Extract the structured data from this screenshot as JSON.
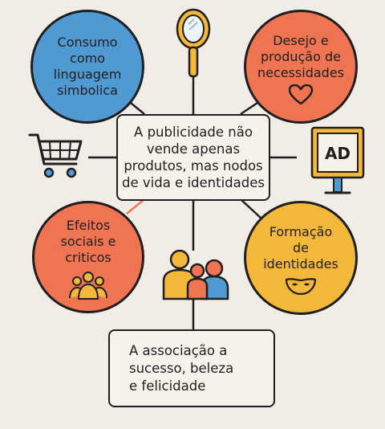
{
  "colors": {
    "blue": "#4f9ad3",
    "orange": "#ef7452",
    "yellow": "#f3b739",
    "background": "#f1ede6",
    "outline": "#1f1f1f"
  },
  "center": {
    "text": "A publicidade não\nvende apenas\nprodutos, mas nodos\nde vida e identidades"
  },
  "nodes": {
    "consumo": {
      "text": "Consumo\ncomo\nlinguagem\nsimbolica",
      "icon": "none"
    },
    "desejo": {
      "text": "Desejo e\nprodução de\nnecessidades",
      "icon": "heart-icon"
    },
    "efeitos": {
      "text": "Efeitos\nsociais e\ncriticos",
      "icon": "group-icon"
    },
    "formacao": {
      "text": "Formação\nde\nidentidades",
      "icon": "mask-icon"
    }
  },
  "bottom": {
    "text": "A associação a\nsucesso, beleza\ne felicidade"
  },
  "icons": {
    "mirror": "mirror-icon",
    "cart": "shopping-cart-icon",
    "billboard": "ad-billboard-icon",
    "billboard_text": "AD",
    "people": "people-icon"
  }
}
